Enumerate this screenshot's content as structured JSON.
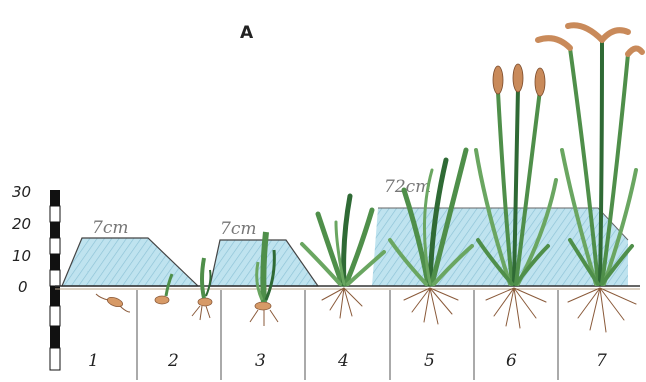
{
  "panel_label": "A",
  "scale": {
    "ticks": [
      "30",
      "20",
      "10",
      "0"
    ]
  },
  "water_notes": [
    "7cm",
    "7cm",
    "72cm"
  ],
  "stages": [
    "1",
    "2",
    "3",
    "4",
    "5",
    "6",
    "7"
  ],
  "colors": {
    "water": "#bfe3ef",
    "water_hatch": "#7fb6cc",
    "leaf": "#4f8f4a",
    "leaf_dark": "#2f6a35",
    "panicle": "#c98a5a",
    "root": "#8a5a3a",
    "seed": "#d79a67",
    "line": "#3a3a3a"
  }
}
